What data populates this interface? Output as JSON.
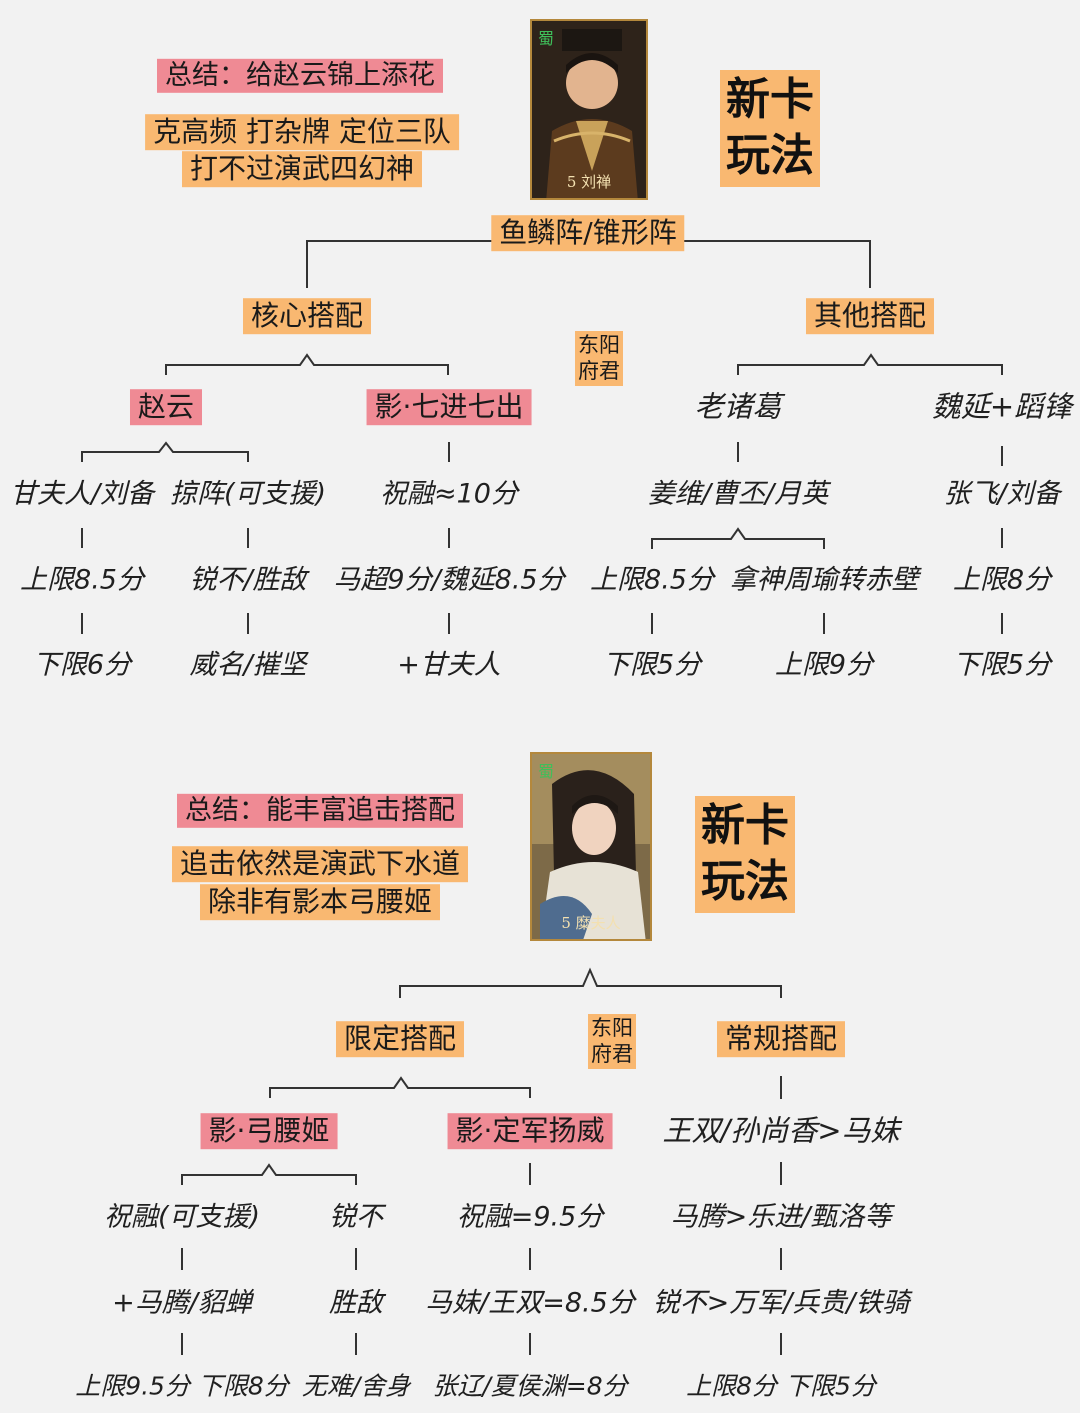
{
  "section1": {
    "summary": "总结：给赵云锦上添花",
    "notes": [
      "克高频 打杂牌 定位三队",
      "打不过演武四幻神"
    ],
    "card_caption": "5 刘禅",
    "card_faction": "蜀",
    "new_play": [
      "新卡",
      "玩法"
    ],
    "formation": "鱼鳞阵/锥形阵",
    "side_note": [
      "东阳",
      "府君"
    ],
    "core_label": "核心搭配",
    "other_label": "其他搭配",
    "zhaoyun": "赵云",
    "ying7": "影·七进七出",
    "laozhuge": "老诸葛",
    "weiyan": "魏延+蹈锋",
    "ganfu": "甘夫人/刘备",
    "lvezhen": "掠阵(可支援)",
    "zhurong": "祝融≈10分",
    "jiangwei": "姜维/曹丕/月英",
    "zhangfei": "张飞/刘备",
    "c1_upper": "上限8.5分",
    "c1_lower": "下限6分",
    "c2_a": "锐不/胜敌",
    "c2_b": "威名/摧坚",
    "c3_a": "马超9分/魏延8.5分",
    "c3_b": "+甘夫人",
    "c4_upper": "上限8.5分",
    "c4_lower": "下限5分",
    "c5_a": "拿神周瑜转赤壁",
    "c5_upper": "上限9分",
    "c6_upper": "上限8分",
    "c6_lower": "下限5分"
  },
  "section2": {
    "summary": "总结：能丰富追击搭配",
    "notes": [
      "追击依然是演武下水道",
      "除非有影本弓腰姬"
    ],
    "card_caption": "5 糜夫人",
    "card_faction": "蜀",
    "new_play": [
      "新卡",
      "玩法"
    ],
    "side_note": [
      "东阳",
      "府君"
    ],
    "limited_label": "限定搭配",
    "regular_label": "常规搭配",
    "gongyao": "影·弓腰姬",
    "dingjun": "影·定军扬威",
    "wangshuang": "王双/孙尚香>马妹",
    "zr_support": "祝融(可支援)",
    "ruibu": "锐不",
    "zr_score": "祝融=9.5分",
    "mateng": "马腾>乐进/甄洛等",
    "mt_diao": "+马腾/貂蝉",
    "shengdi": "胜敌",
    "mamei": "马妹/王双=8.5分",
    "ruibu_chain": "锐不>万军/兵贵/铁骑",
    "g1_range": "上限9.5分 下限8分",
    "wunan": "无难/舍身",
    "zhangliao": "张辽/夏侯渊=8分",
    "r_range": "上限8分 下限5分"
  },
  "colors": {
    "orange": "#f9b871",
    "pink": "#ef8a94",
    "background": "#f2f2f2"
  }
}
